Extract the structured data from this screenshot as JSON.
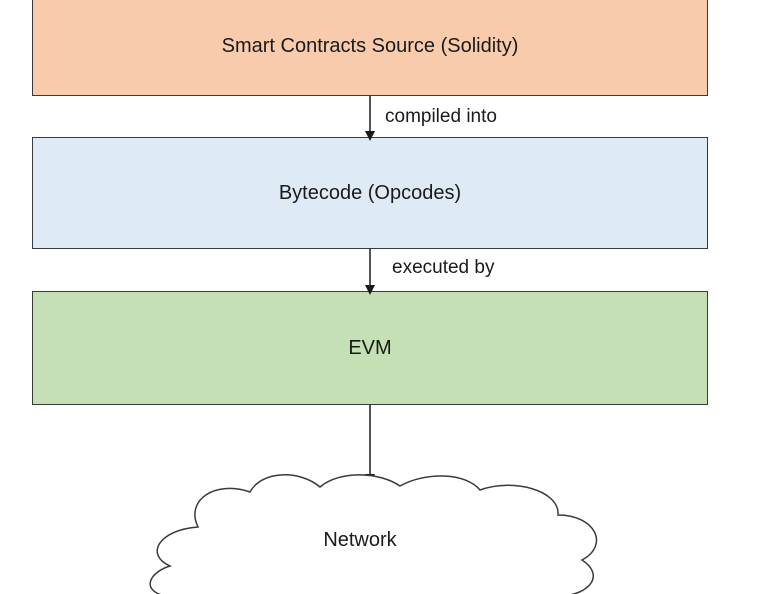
{
  "diagram": {
    "nodes": [
      {
        "id": "source",
        "label": "Smart Contracts Source (Solidity)",
        "fill": "#f8cbad"
      },
      {
        "id": "bytecode",
        "label": "Bytecode (Opcodes)",
        "fill": "#deebf7"
      },
      {
        "id": "evm",
        "label": "EVM",
        "fill": "#c5e0b4"
      },
      {
        "id": "network",
        "label": "Network",
        "fill": "#ffffff",
        "shape": "cloud"
      }
    ],
    "edges": [
      {
        "from": "source",
        "to": "bytecode",
        "label": "compiled into"
      },
      {
        "from": "bytecode",
        "to": "evm",
        "label": "executed by"
      },
      {
        "from": "evm",
        "to": "network",
        "label": ""
      }
    ]
  }
}
